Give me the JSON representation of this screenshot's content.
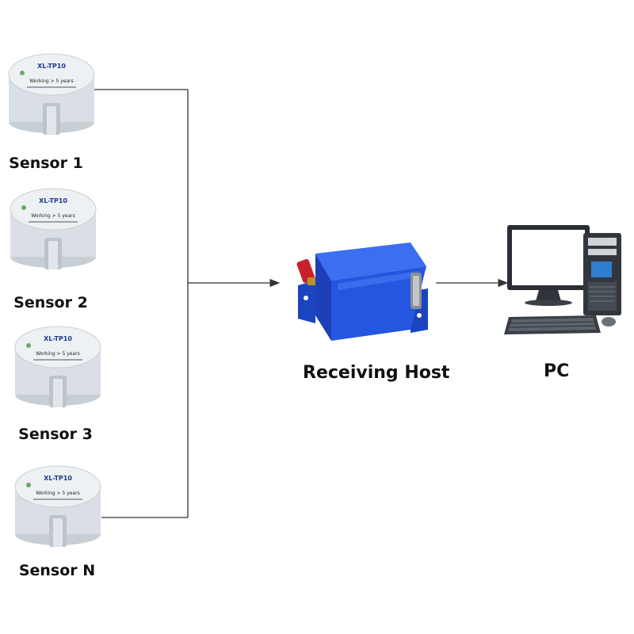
{
  "sensors": [
    {
      "label": "Sensor 1",
      "model": "XL-TP10",
      "working_text": "Working  > 5 years"
    },
    {
      "label": "Sensor 2",
      "model": "XL-TP10",
      "working_text": "Working  > 5 years"
    },
    {
      "label": "Sensor 3",
      "model": "XL-TP10",
      "working_text": "Working  > 5 years"
    },
    {
      "label": "Sensor N",
      "model": "XL-TP10",
      "working_text": "Working  > 5 years"
    }
  ],
  "host": {
    "label": "Receiving Host"
  },
  "pc": {
    "label": "PC"
  },
  "colors": {
    "line": "#333333",
    "sensor_body": "#d9dfe4",
    "sensor_top": "#eef1f3",
    "host_blue": "#1f4fd6",
    "antenna_red": "#c8202a",
    "text": "#111111"
  }
}
